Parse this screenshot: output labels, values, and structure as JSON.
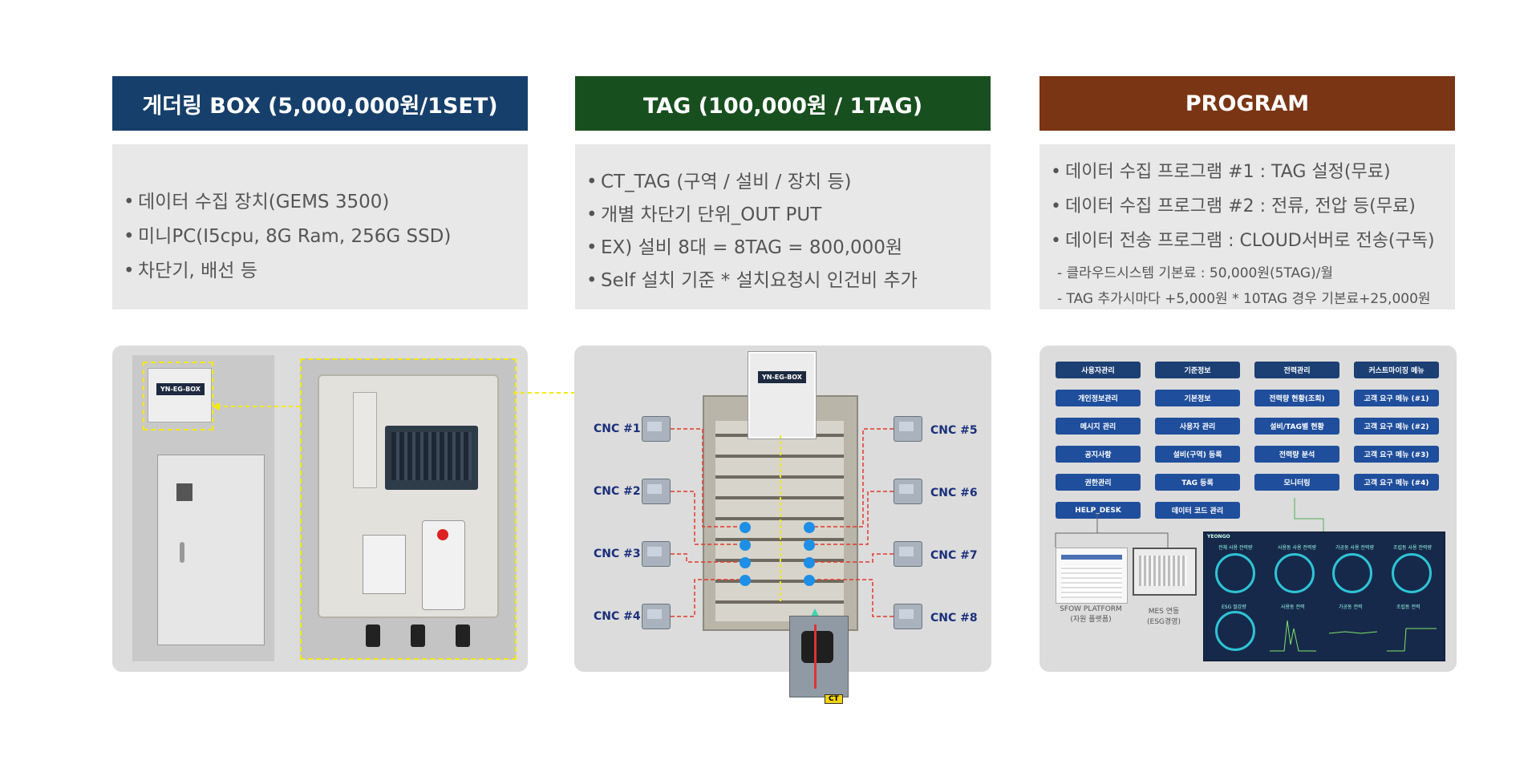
{
  "columns": [
    {
      "header": "게더링 BOX (5,000,000원/1SET)",
      "header_color": "#173f6b",
      "bullets": [
        "데이터 수집 장치(GEMS 3500)",
        "미니PC(I5cpu, 8G Ram, 256G SSD)",
        "차단기, 배선 등"
      ]
    },
    {
      "header": "TAG (100,000원 / 1TAG)",
      "header_color": "#184f1f",
      "bullets": [
        "CT_TAG (구역 / 설비 / 장치 등)",
        "개별 차단기 단위_OUT PUT",
        "EX) 설비 8대 = 8TAG = 800,000원",
        "Self 설치 기준      * 설치요청시 인건비 추가"
      ]
    },
    {
      "header": "PROGRAM",
      "header_color": "#7a3514",
      "bullets": [
        "데이터 수집 프로그램 #1 : TAG 설정(무료)",
        "데이터 수집 프로그램 #2 : 전류, 전압 등(무료)",
        "데이터 전송 프로그램 : CLOUD서버로 전송(구독)"
      ],
      "notes": [
        "- 클라우드시스템 기본료 : 50,000원(5TAG)/월",
        "- TAG 추가시마다 +5,000원  * 10TAG 경우 기본료+25,000원"
      ]
    }
  ],
  "bullet_char": "•",
  "panel1": {
    "device_label": "YN-EG-BOX"
  },
  "panel2": {
    "device_label": "YN-EG-BOX",
    "cnc_left": [
      "CNC #1",
      "CNC #2",
      "CNC #3",
      "CNC #4"
    ],
    "cnc_right": [
      "CNC #5",
      "CNC #6",
      "CNC #7",
      "CNC #8"
    ],
    "ct_label": "CT"
  },
  "panel3": {
    "menu": [
      [
        "사용자관리",
        "개인정보관리",
        "메시지 관리",
        "공지사항",
        "권한관리",
        "HELP_DESK"
      ],
      [
        "기준정보",
        "기본정보",
        "사용자 관리",
        "설비(구역) 등록",
        "TAG 등록",
        "데이터 코드 관리"
      ],
      [
        "전력관리",
        "전력량 현황(조회)",
        "설비/TAG별 현황",
        "전력량 분석",
        "모니터링"
      ],
      [
        "커스트마이징 메뉴",
        "고객 요구 메뉴 (#1)",
        "고객 요구 메뉴 (#2)",
        "고객 요구 메뉴 (#3)",
        "고객 요구 메뉴 (#4)"
      ]
    ],
    "thumb1_label": [
      "SFOW PLATFORM",
      "(자원 플랫폼)"
    ],
    "thumb2_label": [
      "MES 연동",
      "(ESG경영)"
    ],
    "dash_logo": "YEONGO",
    "gauge_titles": [
      "전체 사용 전력량",
      "사용동 사용 전력량",
      "가공동 사용 전력량",
      "조립동 사용 전력량",
      "ESG 절감량"
    ],
    "chart_titles": [
      "사용동 전력",
      "가공동 전력",
      "조립동 전력"
    ]
  }
}
